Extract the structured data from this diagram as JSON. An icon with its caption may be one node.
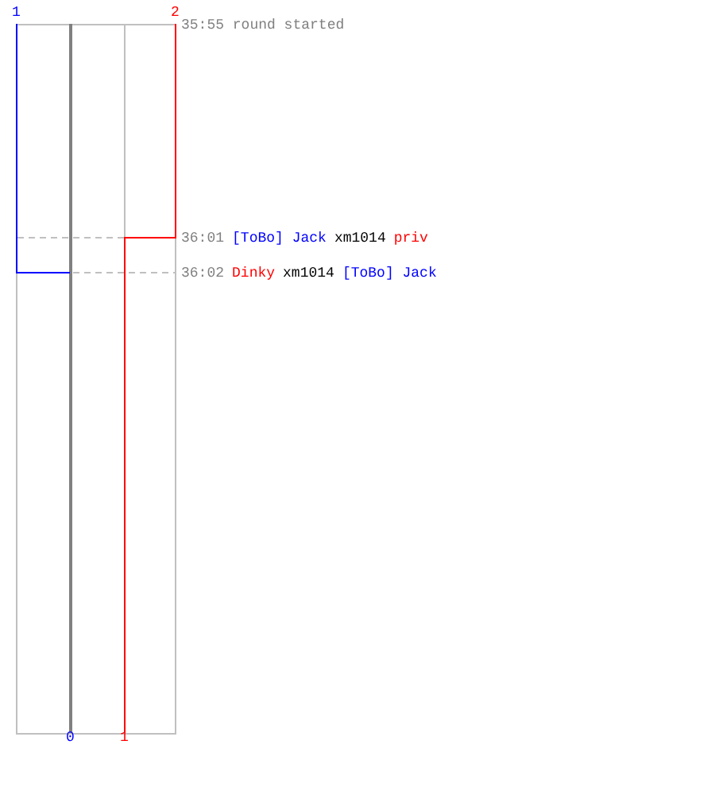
{
  "diagram": {
    "labels": [
      "1",
      "2",
      "35:55 round started",
      "36:01",
      "[ToBo] Jack",
      "xm1014",
      "priv",
      "36:02",
      "Dinky",
      "xm1014",
      "[ToBo] Jack",
      "0",
      "1"
    ]
  }
}
